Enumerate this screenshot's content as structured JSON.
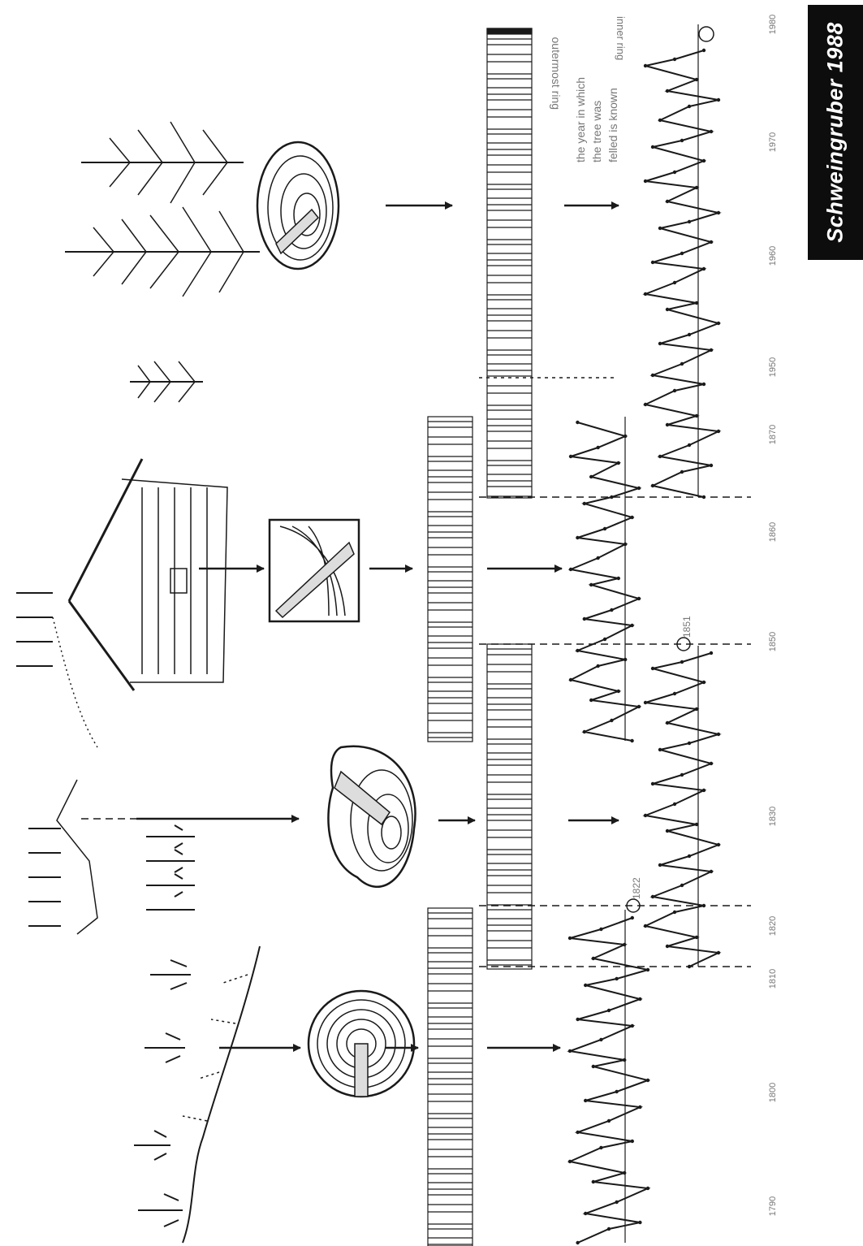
{
  "citation": "Schweingruber 1988",
  "years": [
    "1790",
    "1800",
    "1810",
    "1820",
    "1830",
    "1850",
    "1860",
    "1870",
    "1950",
    "1960",
    "1970",
    "1980"
  ],
  "point_labels": [
    "1822",
    "1851"
  ],
  "annotations": {
    "outermost_ring": "outermost ring",
    "felling_note_1": "the year in which",
    "felling_note_2": "the tree was",
    "felling_note_3": "felled is known",
    "inner_ring_label": "inner ring"
  },
  "colors": {
    "ink": "#1a1a1a",
    "faint": "#777777",
    "badge_bg": "#0d0d0d",
    "badge_text": "#ffffff"
  }
}
